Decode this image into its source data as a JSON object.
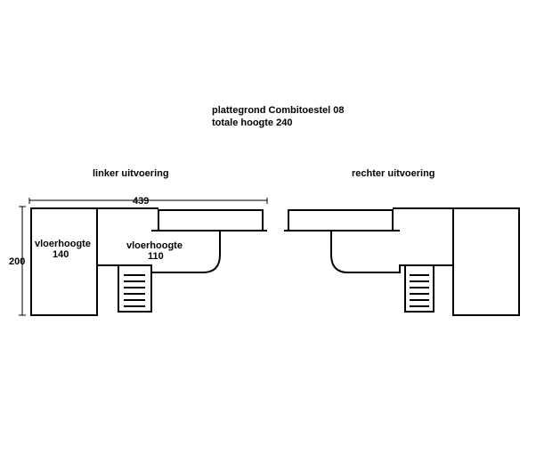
{
  "title": {
    "line1": "plattegrond Combitoestel 08",
    "line2": "totale hoogte 240"
  },
  "left_variant": {
    "heading": "linker uitvoering",
    "dimension_width": "439",
    "dimension_height": "200",
    "room1_label": "vloerhoogte",
    "room1_value": "140",
    "room2_label": "vloerhoogte",
    "room2_value": "110"
  },
  "right_variant": {
    "heading": "rechter uitvoering"
  }
}
